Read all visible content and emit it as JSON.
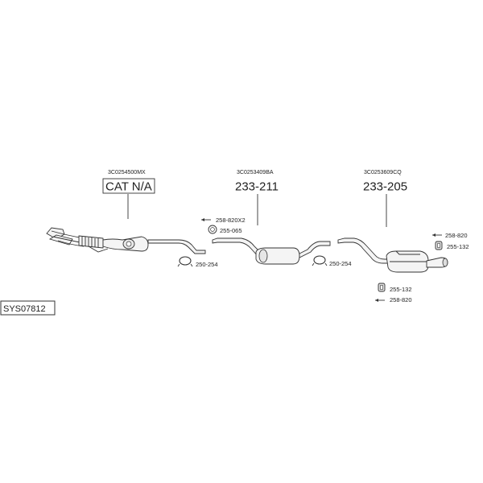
{
  "system_ref": "SYS07812",
  "parts": [
    {
      "oem": "3C0254500MX",
      "label": "CAT N/A"
    },
    {
      "oem": "3C0253409BA",
      "label": "233-211"
    },
    {
      "oem": "3C0253609CQ",
      "label": "233-205"
    }
  ],
  "accessories": [
    {
      "code": "258-820X2",
      "icon": "arrow-bolt-icon"
    },
    {
      "code": "255-065",
      "icon": "gasket-icon"
    },
    {
      "code": "250-254",
      "icon": "clamp-icon"
    },
    {
      "code": "250-254",
      "icon": "clamp-icon"
    },
    {
      "code": "258-820",
      "icon": "arrow-bolt-icon"
    },
    {
      "code": "255-132",
      "icon": "rubber-mount-icon"
    },
    {
      "code": "255-132",
      "icon": "rubber-mount-icon"
    },
    {
      "code": "258-820",
      "icon": "arrow-bolt-icon"
    }
  ]
}
